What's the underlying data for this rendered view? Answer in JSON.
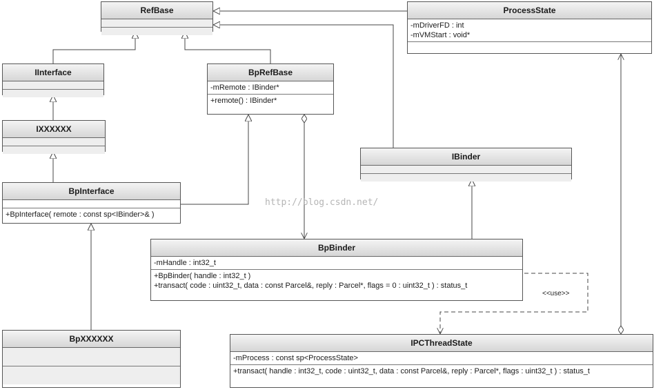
{
  "watermark": "http://blog.csdn.net/",
  "use_stereotype": "<<use>>",
  "classes": {
    "refbase": {
      "name": "RefBase"
    },
    "processstate": {
      "name": "ProcessState",
      "attributes": [
        "-mDriverFD : int",
        "-mVMStart : void*"
      ]
    },
    "iinterface": {
      "name": "IInterface"
    },
    "bprefbase": {
      "name": "BpRefBase",
      "attributes": [
        "-mRemote : IBinder*"
      ],
      "operations": [
        "+remote() : IBinder*"
      ]
    },
    "ixxxxxx": {
      "name": "IXXXXXX"
    },
    "ibinder": {
      "name": "IBinder"
    },
    "bpinterface": {
      "name": "BpInterface",
      "operations": [
        "+BpInterface( remote : const sp<IBinder>& )"
      ]
    },
    "bpbinder": {
      "name": "BpBinder",
      "attributes": [
        "-mHandle : int32_t"
      ],
      "operations": [
        "+BpBinder( handle : int32_t )",
        "+transact( code : uint32_t, data : const Parcel&, reply : Parcel*, flags = 0 : uint32_t ) : status_t"
      ]
    },
    "bpxxxxxx": {
      "name": "BpXXXXXX"
    },
    "ipcthreadstate": {
      "name": "IPCThreadState",
      "attributes": [
        "-mProcess : const sp<ProcessState>"
      ],
      "operations": [
        "+transact( handle : int32_t, code : uint32_t, data : const Parcel&, reply : Parcel*, flags : uint32_t ) : status_t"
      ]
    }
  }
}
